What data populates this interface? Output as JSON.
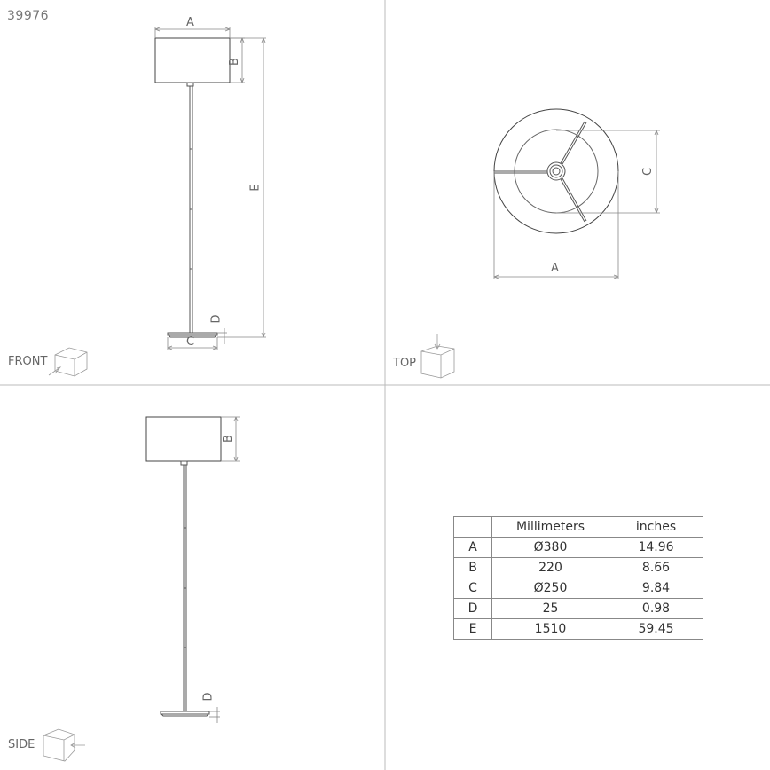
{
  "product_code": "39976",
  "views": {
    "front": {
      "label": "FRONT"
    },
    "top": {
      "label": "TOP"
    },
    "side": {
      "label": "SIDE"
    }
  },
  "dimension_labels": {
    "A": "A",
    "B": "B",
    "C": "C",
    "D": "D",
    "E": "E"
  },
  "dimension_table": {
    "headers": [
      "",
      "Millimeters",
      "inches"
    ],
    "rows": [
      {
        "key": "A",
        "mm": "Ø380",
        "in": "14.96"
      },
      {
        "key": "B",
        "mm": "220",
        "in": "8.66"
      },
      {
        "key": "C",
        "mm": "Ø250",
        "in": "9.84"
      },
      {
        "key": "D",
        "mm": "25",
        "in": "0.98"
      },
      {
        "key": "E",
        "mm": "1510",
        "in": "59.45"
      }
    ]
  },
  "colors": {
    "line": "#555555",
    "dim_line": "#888888",
    "divider": "#bbbbbb"
  }
}
